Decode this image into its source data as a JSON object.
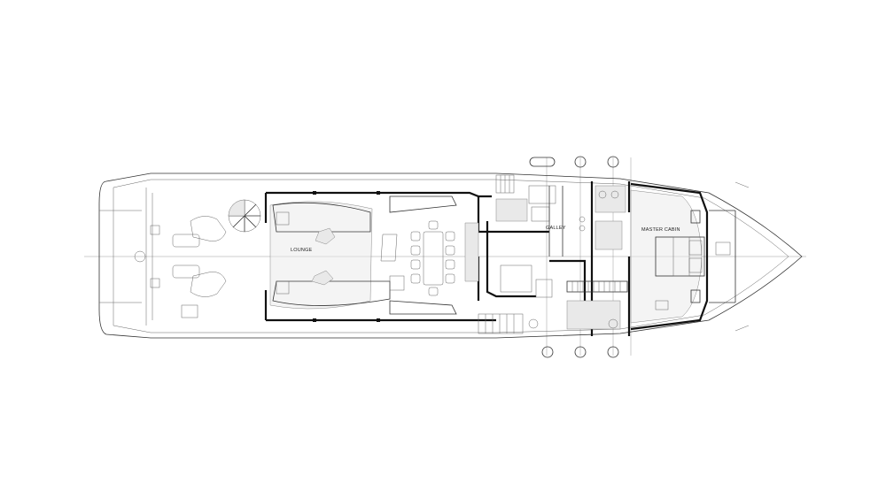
{
  "rooms": {
    "lounge": "LOUNGE",
    "galley": "GALLEY",
    "master_cabin": "MASTER CABIN"
  }
}
